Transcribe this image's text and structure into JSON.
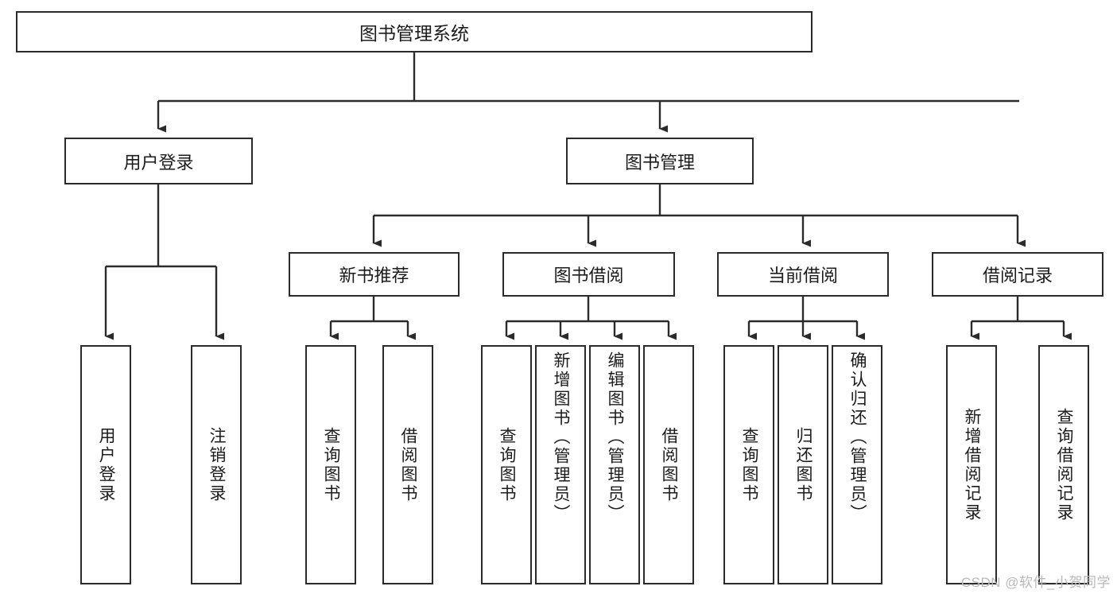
{
  "diagram": {
    "title": "图书管理系统",
    "watermark": "CSDN @软件_小贺同学",
    "colors": {
      "stroke": "#2b2b2b",
      "box_fill": "#ffffff",
      "text": "#1c1c1c",
      "watermark": "#b9b9b9",
      "background": "#ffffff"
    },
    "root": {
      "label": "图书管理系统"
    },
    "level2": [
      {
        "label": "用户登录"
      },
      {
        "label": "图书管理"
      }
    ],
    "level3": [
      {
        "label": "新书推荐"
      },
      {
        "label": "图书借阅"
      },
      {
        "label": "当前借阅"
      },
      {
        "label": "借阅记录"
      }
    ],
    "leaves": {
      "user_login": [
        {
          "label": "用户登录"
        },
        {
          "label": "注销登录"
        }
      ],
      "new_book_recommend": [
        {
          "label": "查询图书"
        },
        {
          "label": "借阅图书"
        }
      ],
      "book_borrow": [
        {
          "label": "查询图书"
        },
        {
          "label": "新增图书（管理员）"
        },
        {
          "label": "编辑图书（管理员）"
        },
        {
          "label": "借阅图书"
        }
      ],
      "current_borrow": [
        {
          "label": "查询图书"
        },
        {
          "label": "归还图书"
        },
        {
          "label": "确认归还（管理员）"
        }
      ],
      "borrow_record": [
        {
          "label": "新增借阅记录"
        },
        {
          "label": "查询借阅记录"
        }
      ]
    }
  }
}
